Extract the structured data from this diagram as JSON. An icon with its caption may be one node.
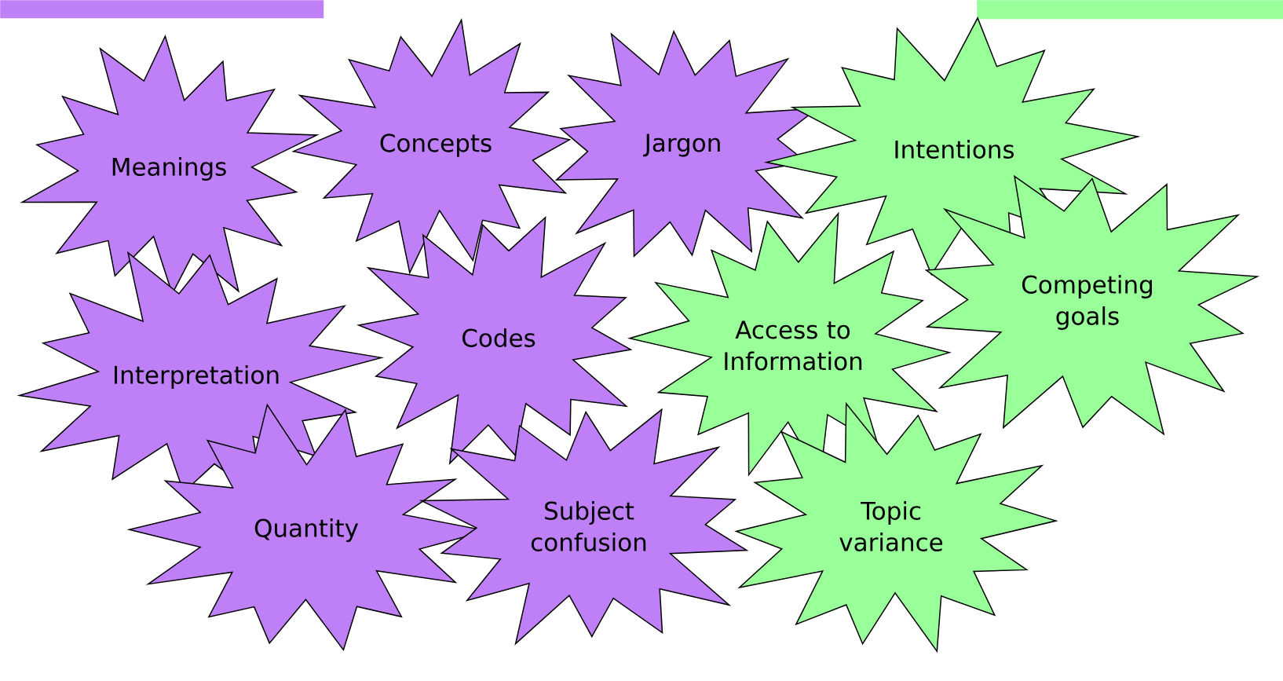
{
  "diagram": {
    "nodes": [
      {
        "text": [],
        "shape": "bar"
      },
      {
        "text": [],
        "shape": "bar"
      },
      {
        "text": [
          "Meanings"
        ]
      },
      {
        "text": [
          "Concepts"
        ]
      },
      {
        "text": [
          "Jargon"
        ]
      },
      {
        "text": [
          "Intentions"
        ]
      },
      {
        "text": [
          "Codes"
        ]
      },
      {
        "text": [
          "Interpretation"
        ]
      },
      {
        "text": [
          "Access to Information"
        ]
      },
      {
        "text": [
          "Competing goals"
        ]
      },
      {
        "text": [
          "Quantity"
        ]
      },
      {
        "text": [
          "Subject confusion"
        ]
      },
      {
        "text": [
          "Topic variance"
        ]
      }
    ]
  }
}
